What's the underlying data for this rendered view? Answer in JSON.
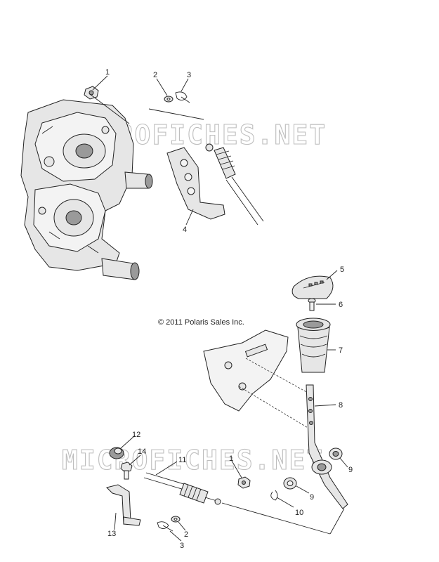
{
  "copyright": "© 2011 Polaris Sales Inc.",
  "watermark": "MICROFICHES.NET",
  "callouts": {
    "c1_top": "1",
    "c2_top": "2",
    "c3_top": "3",
    "c4": "4",
    "c5": "5",
    "c6": "6",
    "c7": "7",
    "c8": "8",
    "c9_right": "9",
    "c9_washer": "9",
    "c10": "10",
    "c11": "11",
    "c12": "12",
    "c13": "13",
    "c14": "14",
    "c1_bottom": "1",
    "c2_bottom": "2",
    "c3_bottom": "3"
  },
  "colors": {
    "ink": "#222222",
    "watermark": "#bdbdbd",
    "part_fill": "#e6e6e6"
  }
}
